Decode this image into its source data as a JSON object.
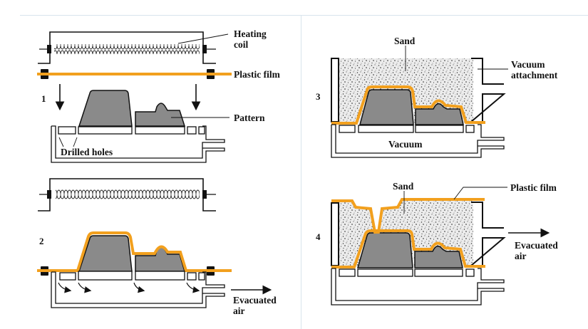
{
  "figure": {
    "title": "Vacuum molding (V-process) sequence",
    "colors": {
      "film": "#f2a01e",
      "pattern": "#8a8a8a",
      "outline": "#111111",
      "sand_bg": "#e9e9e9",
      "frame_line": "#d8e4ec"
    },
    "steps": [
      {
        "number": "1",
        "labels": {
          "heating_coil_line1": "Heating",
          "heating_coil_line2": "coil",
          "plastic_film": "Plastic film",
          "pattern": "Pattern",
          "drilled_holes": "Drilled holes"
        }
      },
      {
        "number": "2",
        "labels": {
          "evacuated_air_line1": "Evacuated",
          "evacuated_air_line2": "air"
        }
      },
      {
        "number": "3",
        "labels": {
          "sand": "Sand",
          "vacuum_attachment_line1": "Vacuum",
          "vacuum_attachment_line2": "attachment",
          "vacuum": "Vacuum"
        }
      },
      {
        "number": "4",
        "labels": {
          "sand": "Sand",
          "plastic_film": "Plastic film",
          "evacuated_air_line1": "Evacuated",
          "evacuated_air_line2": "air"
        }
      }
    ]
  }
}
